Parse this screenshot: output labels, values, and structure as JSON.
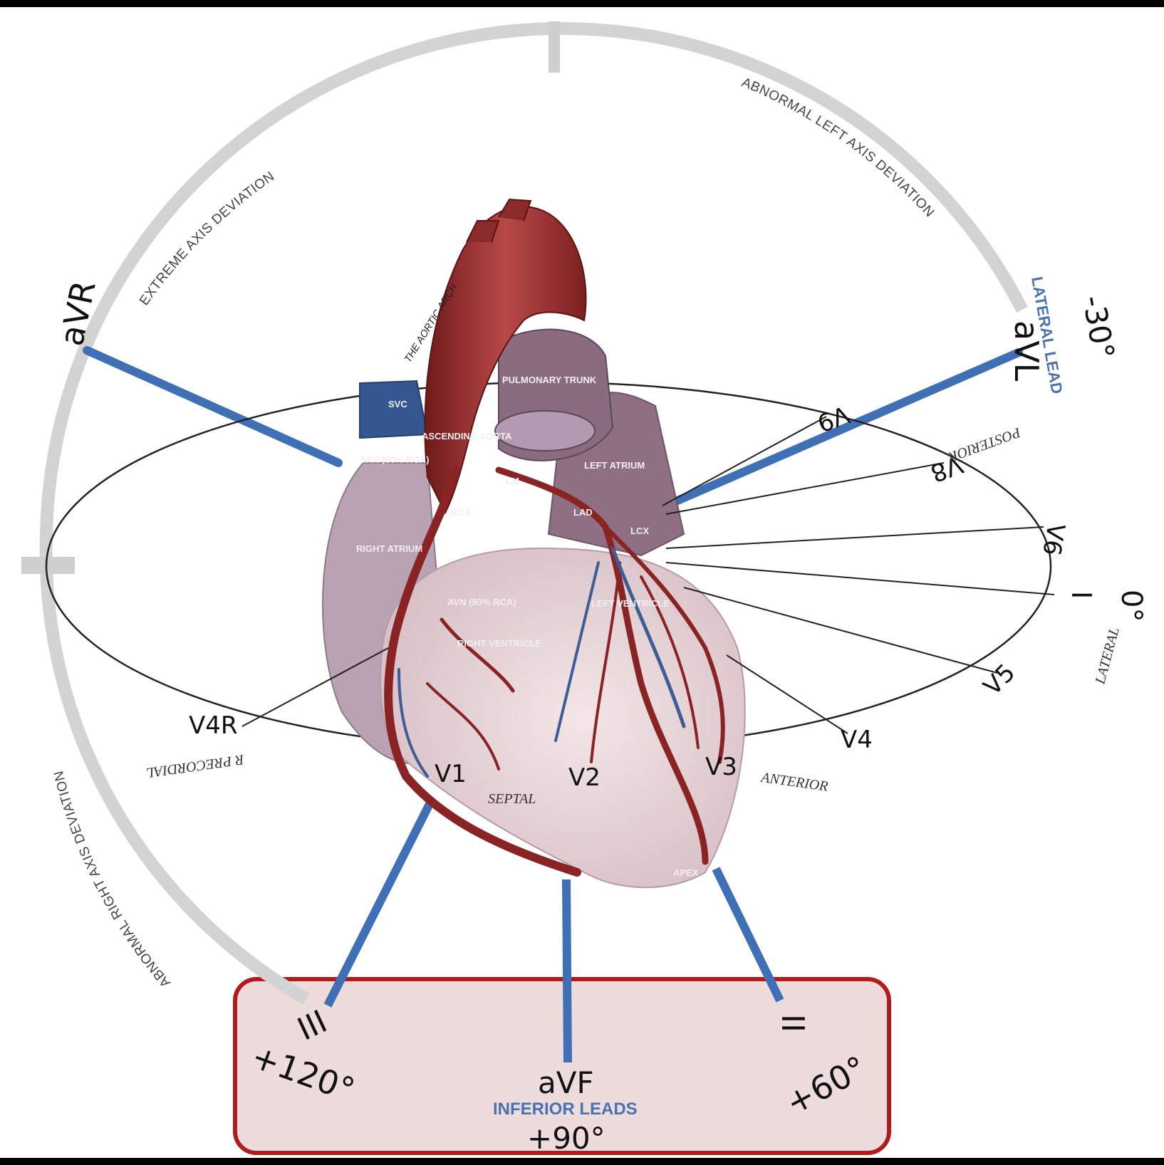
{
  "arc_labels": {
    "extreme": "EXTREME AXIS DEVIATION",
    "left": "ABNORMAL LEFT AXIS DEVIATION",
    "right": "ABNORMAL RIGHT AXIS DEVIATION"
  },
  "limb_leads": {
    "avr": "aVR",
    "avl": "aVL",
    "lateral_lead": "LATERAL LEAD",
    "avl_deg": "-30°",
    "lead_i": "I",
    "lead_i_deg": "0°",
    "lead_ii": "II",
    "lead_ii_deg": "+60°",
    "lead_iii": "III",
    "lead_iii_deg": "+120°",
    "avf": "aVF",
    "inferior_leads": "INFERIOR LEADS",
    "avf_deg": "+90°"
  },
  "precordial": {
    "v1": "V1",
    "v2": "V2",
    "v3": "V3",
    "v4": "V4",
    "v5": "V5",
    "v4r": "V4R",
    "v8": "V8",
    "v9": "V9"
  },
  "regions": {
    "posterior": "POSTERIOR",
    "lateral": "LATERAL",
    "anterior": "ANTERIOR",
    "septal": "SEPTAL",
    "r_precordial": "R PRECORDIAL"
  },
  "anatomy": {
    "svc": "SVC",
    "pulmonary_trunk": "PULMONARY TRUNK",
    "ascending_aorta": "ASCENDING AORTA",
    "left_atrium": "LEFT ATRIUM",
    "right_atrium": "RIGHT ATRIUM",
    "right_ventricle": "RIGHT VENTRICLE",
    "left_ventricle": "LEFT VENTRICLE",
    "san": "SAN (60% RCA)",
    "avn": "AVN (90% RCA)",
    "rca": "RCA",
    "lad": "LAD",
    "lcx": "LCX",
    "lm": "LM",
    "apex": "APEX",
    "aortic_arch": "THE AORTIC ARCH"
  },
  "colors": {
    "lead_blue": "#3f6fb5",
    "arc_gray": "#d3d3d3",
    "highlight_border": "#b01c1c",
    "highlight_fill": "#eedcdc",
    "aorta": "#9b2f2f",
    "heart_tissue": "#d9c3cc"
  }
}
